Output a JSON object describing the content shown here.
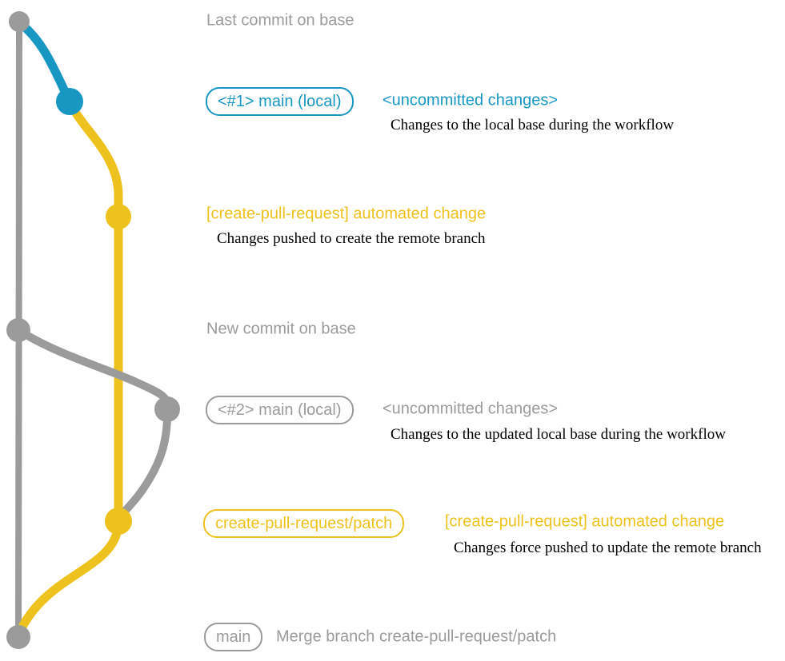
{
  "colors": {
    "blue": "#1797C2",
    "yellow": "#EEC21E",
    "gray": "#9B9B9B",
    "ink": "#000000",
    "bg": "#FFFFFF"
  },
  "rows": {
    "last_commit": {
      "label": "Last commit on base"
    },
    "uncommitted_1": {
      "badge": "<#1> main (local)",
      "heading": "<uncommitted changes>",
      "description": "Changes to the local base during the workflow"
    },
    "automated_1": {
      "heading": "[create-pull-request] automated change",
      "description": "Changes pushed to create the remote branch"
    },
    "new_commit": {
      "label": "New commit on base"
    },
    "uncommitted_2": {
      "badge": "<#2> main (local)",
      "heading": "<uncommitted changes>",
      "description": "Changes to the updated local base during the workflow"
    },
    "automated_2": {
      "badge": "create-pull-request/patch",
      "heading": "[create-pull-request] automated change",
      "description": "Changes force pushed to update the remote branch"
    },
    "merge": {
      "badge": "main",
      "label": "Merge branch create-pull-request/patch"
    }
  }
}
